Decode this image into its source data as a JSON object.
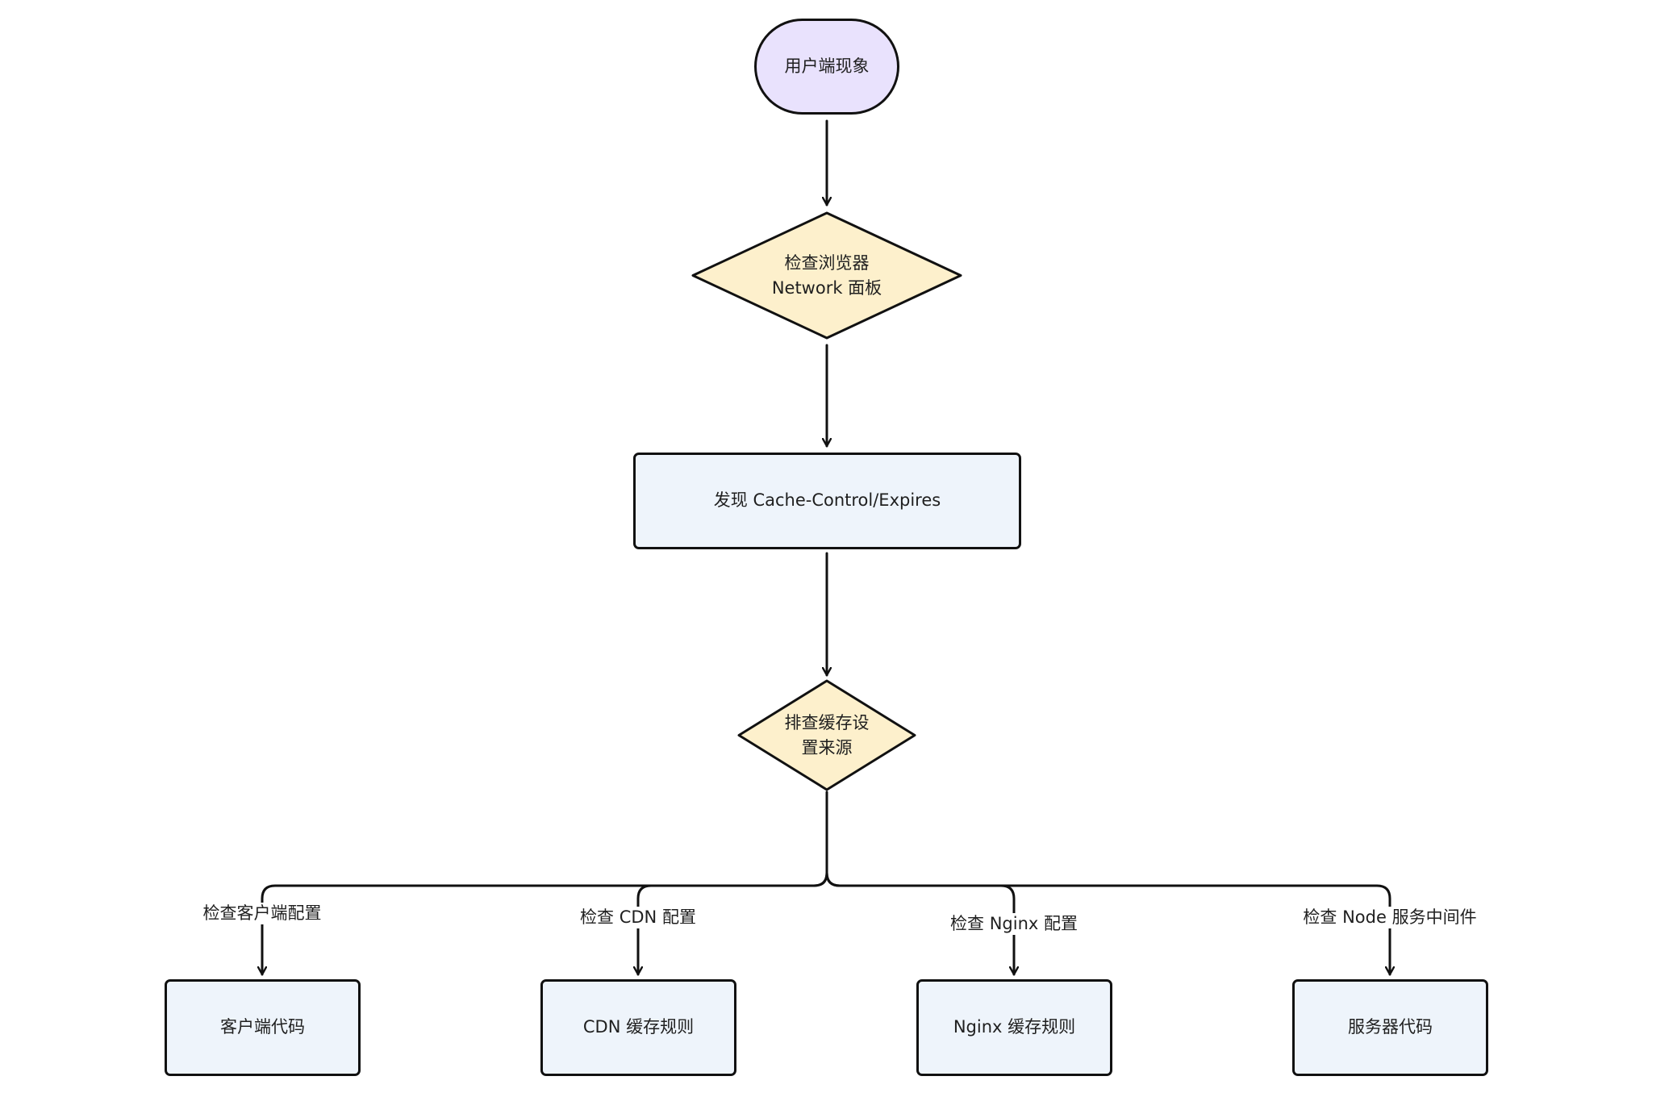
{
  "colors": {
    "terminal_fill": "#e9e2fd",
    "decision_fill": "#fdf0cc",
    "process_fill": "#eef4fb",
    "stroke": "#111111",
    "text": "#1f1f1f"
  },
  "nodes": {
    "start": {
      "label": "用户端现象",
      "shape": "terminal"
    },
    "check_network": {
      "label": "检查浏览器\nNetwork 面板",
      "shape": "decision"
    },
    "found_headers": {
      "label": "发现 Cache-Control/Expires",
      "shape": "process"
    },
    "trace_source": {
      "label": "排查缓存设\n置来源",
      "shape": "decision"
    },
    "client_code": {
      "label": "客户端代码",
      "shape": "process"
    },
    "cdn_rules": {
      "label": "CDN 缓存规则",
      "shape": "process"
    },
    "nginx_rules": {
      "label": "Nginx 缓存规则",
      "shape": "process"
    },
    "server_code": {
      "label": "服务器代码",
      "shape": "process"
    }
  },
  "edges": [
    {
      "from": "start",
      "to": "check_network",
      "label": ""
    },
    {
      "from": "check_network",
      "to": "found_headers",
      "label": ""
    },
    {
      "from": "found_headers",
      "to": "trace_source",
      "label": ""
    },
    {
      "from": "trace_source",
      "to": "client_code",
      "label": "检查客户端配置"
    },
    {
      "from": "trace_source",
      "to": "cdn_rules",
      "label": "检查 CDN 配置"
    },
    {
      "from": "trace_source",
      "to": "nginx_rules",
      "label": "检查 Nginx 配置"
    },
    {
      "from": "trace_source",
      "to": "server_code",
      "label": "检查 Node 服务中间件"
    }
  ]
}
